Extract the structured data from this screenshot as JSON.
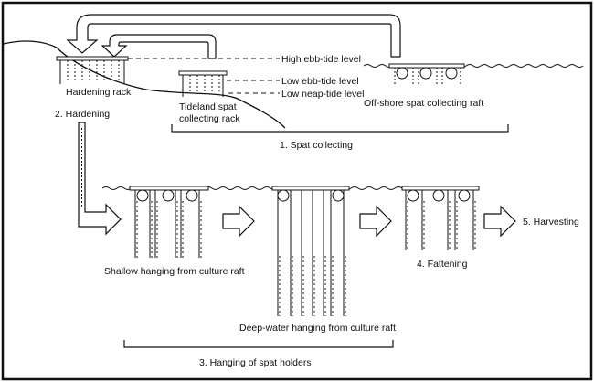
{
  "labels": {
    "hardening_rack": "Hardening rack",
    "hardening_step": "2. Hardening",
    "tideland_rack_line1": "Tideland spat",
    "tideland_rack_line2": "collecting rack",
    "high_ebb": "High ebb-tide level",
    "low_ebb": "Low ebb-tide level",
    "low_neap": "Low neap-tide level",
    "offshore_raft": "Off-shore spat collecting raft",
    "spat_collecting_step": "1. Spat collecting",
    "shallow_hanging": "Shallow hanging from culture raft",
    "deep_hanging": "Deep-water hanging from culture raft",
    "fattening_step": "4. Fattening",
    "harvesting_step": "5. Harvesting",
    "hanging_step": "3. Hanging of spat holders"
  },
  "colors": {
    "ink": "#111111",
    "background": "#ffffff"
  }
}
